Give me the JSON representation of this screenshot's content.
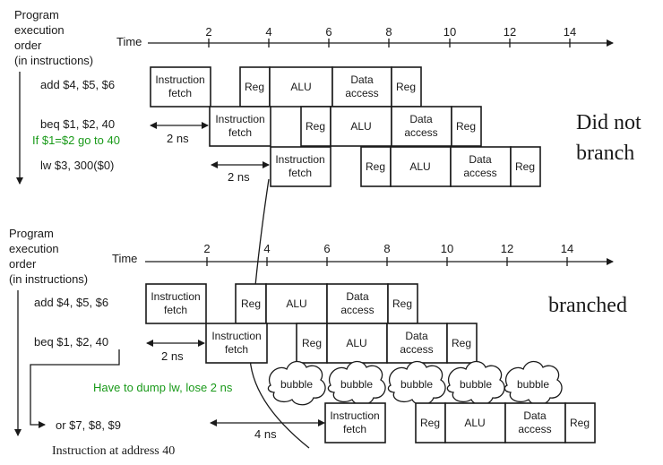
{
  "top": {
    "axis_header": [
      "Program",
      "execution",
      "order",
      "(in instructions)"
    ],
    "time_label": "Time",
    "ticks": [
      "2",
      "4",
      "6",
      "8",
      "10",
      "12",
      "14"
    ],
    "instructions": [
      "add $4, $5, $6",
      "beq $1, $2, 40",
      "lw $3, 300($0)"
    ],
    "note": "If $1=$2 go to 40",
    "delay1": "2 ns",
    "delay2": "2 ns",
    "outcome": [
      "Did not",
      "branch"
    ],
    "row1": {
      "fetch": [
        "Instruction",
        "fetch"
      ],
      "reg1": "Reg",
      "alu": "ALU",
      "data": [
        "Data",
        "access"
      ],
      "reg2": "Reg"
    },
    "row2": {
      "fetch": [
        "Instruction",
        "fetch"
      ],
      "reg1": "Reg",
      "alu": "ALU",
      "data": [
        "Data",
        "access"
      ],
      "reg2": "Reg"
    },
    "row3": {
      "fetch": [
        "Instruction",
        "fetch"
      ],
      "reg1": "Reg",
      "alu": "ALU",
      "data": [
        "Data",
        "access"
      ],
      "reg2": "Reg"
    }
  },
  "bottom": {
    "axis_header": [
      "Program",
      "execution",
      "order",
      "(in instructions)"
    ],
    "time_label": "Time",
    "ticks": [
      "2",
      "4",
      "6",
      "8",
      "10",
      "12",
      "14"
    ],
    "instructions": [
      "add $4, $5, $6",
      "beq $1, $2, 40",
      "or $7, $8, $9"
    ],
    "note": "Have to dump lw, lose 2 ns",
    "delay1": "2 ns",
    "delay2": "4 ns",
    "outcome": "branched",
    "footer": "Instruction at address 40",
    "bubbles": [
      "bubble",
      "bubble",
      "bubble",
      "bubble",
      "bubble"
    ],
    "row1": {
      "fetch": [
        "Instruction",
        "fetch"
      ],
      "reg1": "Reg",
      "alu": "ALU",
      "data": [
        "Data",
        "access"
      ],
      "reg2": "Reg"
    },
    "row2": {
      "fetch": [
        "Instruction",
        "fetch"
      ],
      "reg1": "Reg",
      "alu": "ALU",
      "data": [
        "Data",
        "access"
      ],
      "reg2": "Reg"
    },
    "row3": {
      "fetch": [
        "Instruction",
        "fetch"
      ],
      "reg1": "Reg",
      "alu": "ALU",
      "data": [
        "Data",
        "access"
      ],
      "reg2": "Reg"
    }
  },
  "colors": {
    "ink": "#1a1a1a",
    "note": "#1a9a1a"
  }
}
